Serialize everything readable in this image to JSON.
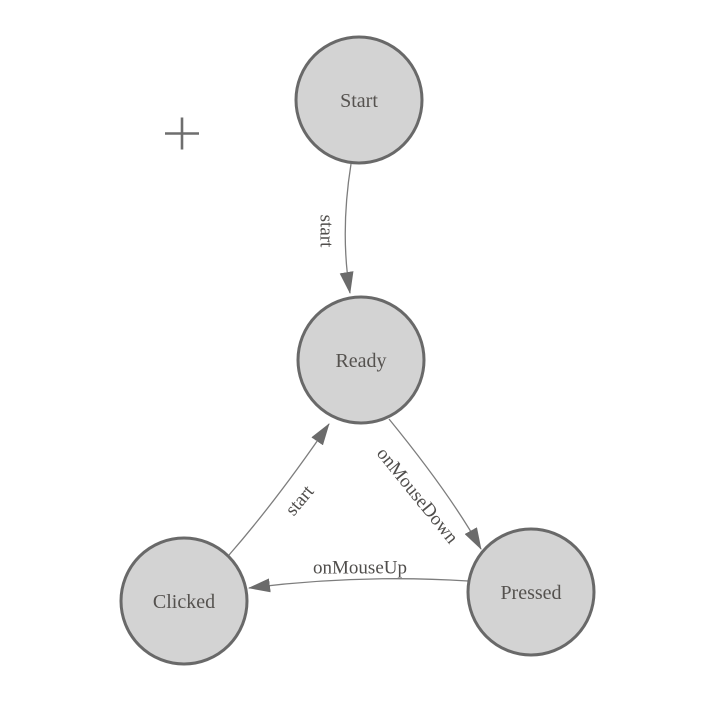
{
  "diagram": {
    "kind": "state-machine",
    "colors": {
      "background": "#ffffff",
      "node_fill": "#d3d3d3",
      "node_stroke": "#696969",
      "edge_stroke": "#7d7d7d",
      "arrow_fill": "#6b6b6b",
      "label_text": "#55524f"
    },
    "nodes": [
      {
        "id": "start",
        "label": "Start"
      },
      {
        "id": "ready",
        "label": "Ready"
      },
      {
        "id": "clicked",
        "label": "Clicked"
      },
      {
        "id": "pressed",
        "label": "Pressed"
      }
    ],
    "edges": [
      {
        "id": "start-to-ready",
        "label": "start",
        "from": "Start",
        "to": "Ready"
      },
      {
        "id": "ready-to-pressed",
        "label": "onMouseDown",
        "from": "Ready",
        "to": "Pressed"
      },
      {
        "id": "pressed-to-clicked",
        "label": "onMouseUp",
        "from": "Pressed",
        "to": "Clicked"
      },
      {
        "id": "clicked-to-ready",
        "label": "start",
        "from": "Clicked",
        "to": "Ready"
      }
    ],
    "icons": {
      "crosshair": "plus-crosshair-marker"
    }
  }
}
